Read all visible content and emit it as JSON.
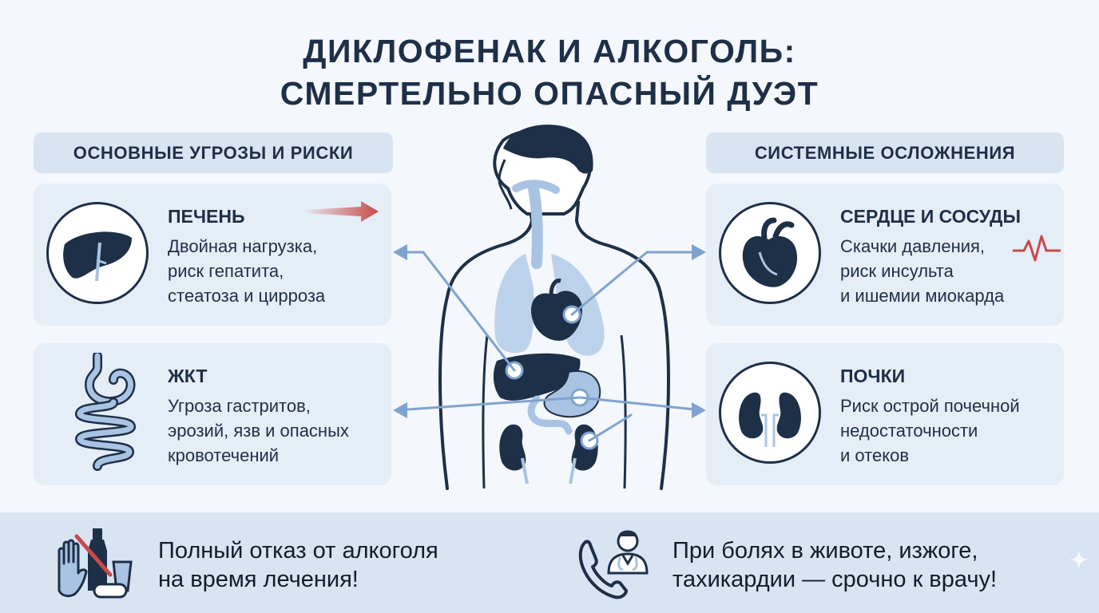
{
  "title": {
    "line1": "ДИКЛОФЕНАК И АЛКОГОЛЬ:",
    "line2": "СМЕРТЕЛЬНО ОПАСНЫЙ ДУЭТ"
  },
  "left_section": {
    "header": "ОСНОВНЫЕ УГРОЗЫ И РИСКИ",
    "cards": [
      {
        "heading": "ПЕЧЕНЬ",
        "lines": [
          "Двойная нагрузка,",
          "риск гепатита,",
          "стеатоза и цирроза"
        ],
        "icon": "liver-icon"
      },
      {
        "heading": "ЖКТ",
        "lines": [
          "Угроза гастритов,",
          "эрозий, язв и опасных",
          "кровотечений"
        ],
        "icon": "digestive-tract-icon"
      }
    ]
  },
  "right_section": {
    "header": "СИСТЕМНЫЕ ОСЛОЖНЕНИЯ",
    "cards": [
      {
        "heading": "СЕРДЦЕ И СОСУДЫ",
        "lines": [
          "Скачки давления,",
          "риск инсульта",
          "и ишемии миокарда"
        ],
        "icon": "heart-icon"
      },
      {
        "heading": "ПОЧКИ",
        "lines": [
          "Риск острой почечной",
          "недостаточности",
          "и отеков"
        ],
        "icon": "kidneys-icon"
      }
    ]
  },
  "bottom": {
    "left": {
      "line1": "Полный отказ от алкоголя",
      "line2": "на время лечения!",
      "icon": "no-alcohol-icon"
    },
    "right": {
      "line1": "При болях в животе, изжоге,",
      "line2": "тахикардии — срочно к врачу!",
      "icon": "call-doctor-icon"
    }
  },
  "colors": {
    "navy": "#1e2f48",
    "light_blue": "#a9c4e2",
    "card_bg": "#e5edf7",
    "header_bg": "#d8e4f2",
    "accent_red": "#c84a4a"
  }
}
